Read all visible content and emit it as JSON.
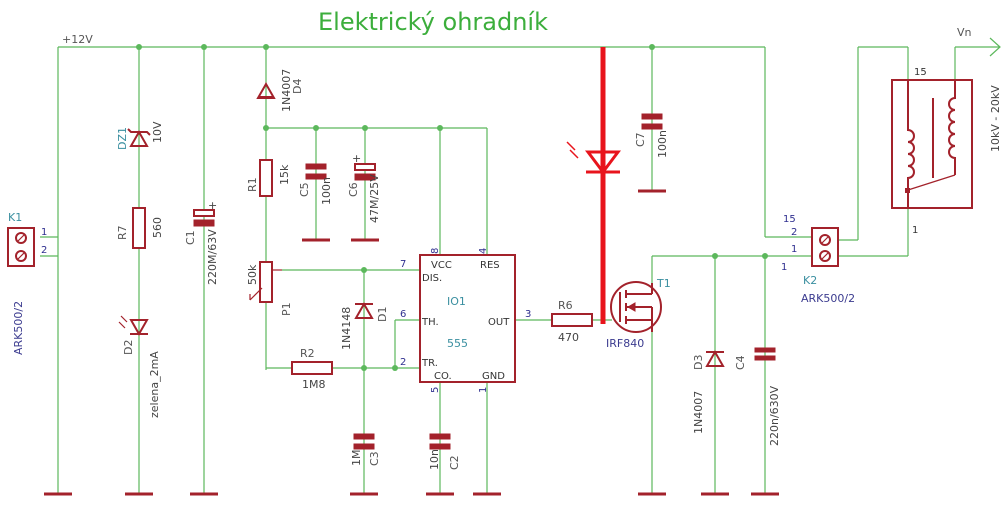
{
  "title": "Elektrický ohradník",
  "nets": {
    "supply": "+12V",
    "output": "Vn"
  },
  "hv_label": "10kV - 20kV",
  "connectors": {
    "k1": {
      "name": "K1",
      "type": "ARK500/2",
      "pin1": "1",
      "pin2": "2"
    },
    "k2": {
      "name": "K2",
      "type": "ARK500/2",
      "pin15": "15",
      "pin2": "2",
      "pin1": "1",
      "pin1b": "1"
    }
  },
  "transformer": {
    "pin15": "15",
    "pin1": "1"
  },
  "components": {
    "dz1": {
      "name": "DZ1",
      "value": "10V"
    },
    "r7": {
      "name": "R7",
      "value": "560"
    },
    "d2": {
      "name": "D2",
      "value": "zelena_2mA"
    },
    "c1": {
      "name": "C1",
      "value": "220M/63V"
    },
    "d4": {
      "name": "D4",
      "value": "1N4007"
    },
    "r1": {
      "name": "R1",
      "value": "15k"
    },
    "p1": {
      "name": "P1",
      "value": "50k"
    },
    "c5": {
      "name": "C5",
      "value": "100n"
    },
    "c6": {
      "name": "C6",
      "value": "47M/25V"
    },
    "d1": {
      "name": "D1",
      "value": "1N4148"
    },
    "r2": {
      "name": "R2",
      "value": "1M8"
    },
    "c3": {
      "name": "C3",
      "value": "1M"
    },
    "c2": {
      "name": "C2",
      "value": "10n"
    },
    "r6": {
      "name": "R6",
      "value": "470"
    },
    "t1": {
      "name": "T1",
      "value": "IRF840"
    },
    "c7": {
      "name": "C7",
      "value": "100n"
    },
    "d3": {
      "name": "D3",
      "value": "1N4007"
    },
    "c4": {
      "name": "C4",
      "value": "220n/630V"
    }
  },
  "ic1": {
    "name": "IO1",
    "type": "555",
    "pins": {
      "vcc": "VCC",
      "res": "RES",
      "dis": "DIS.",
      "th": "TH.",
      "tr": "TR.",
      "co": "CO.",
      "gnd": "GND",
      "out": "OUT",
      "n8": "8",
      "n4": "4",
      "n7": "7",
      "n6": "6",
      "n2": "2",
      "n5": "5",
      "n1": "1",
      "n3": "3"
    }
  },
  "colors": {
    "wire": "#5cb85c",
    "symbol": "#a3222b",
    "highlight": "#e8141c",
    "title": "#3cae3c"
  }
}
